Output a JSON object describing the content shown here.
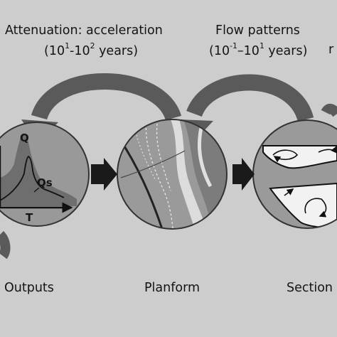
{
  "top_labels": {
    "left": {
      "title": "Attenuation: acceleration",
      "range": {
        "open": "(10",
        "a": "1",
        "dash": "-10",
        "b": "2",
        "close": " years)"
      }
    },
    "right": {
      "title": "Flow patterns",
      "range": {
        "open": "(10",
        "a": "-1",
        "dash": "–10",
        "b": "1",
        "close": " years)"
      }
    },
    "cut": "r"
  },
  "stage_labels": {
    "outputs": "Outputs",
    "planform": "Planform",
    "section": "Section"
  },
  "graph_labels": {
    "q": "Q",
    "qs": "Qs",
    "t": "T"
  },
  "colors": {
    "background": "#cdcdcd",
    "circle_fill": "#999999",
    "arrow": "#5a5a5a",
    "connector": "#1a1a1a"
  }
}
